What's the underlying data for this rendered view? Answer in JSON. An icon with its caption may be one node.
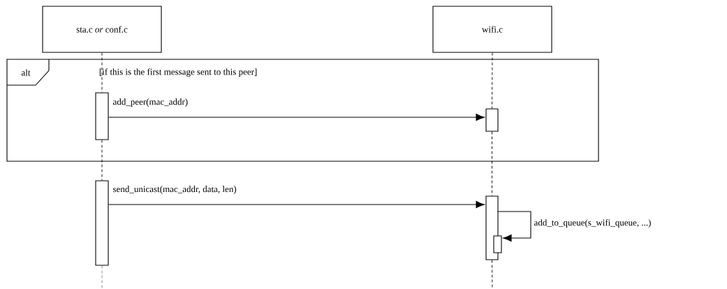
{
  "diagram": {
    "nodes": [
      {
        "text": [
          "sta.c *or* conf.c"
        ]
      },
      {
        "text": [
          "wifi.c"
        ]
      },
      {
        "text": [
          "alt",
          "[if this is the first message sent to this peer]"
        ]
      },
      {
        "text": [],
        "shape": "bar",
        "in": 2
      },
      {
        "text": [],
        "shape": "bar",
        "in": 2
      },
      {
        "text": [],
        "shape": "bar"
      },
      {
        "text": [],
        "shape": "bar"
      },
      {
        "text": [],
        "shape": "bar"
      }
    ],
    "edges": [
      {
        "from": 0,
        "to": 3,
        "arrow": "none",
        "style": "dashed"
      },
      {
        "from": 3,
        "to": 5,
        "arrow": "none",
        "style": "dashed"
      },
      {
        "from": 5,
        "to": null,
        "arrow": "none",
        "style": "dashed"
      },
      {
        "from": 1,
        "to": 4,
        "arrow": "none",
        "style": "dashed"
      },
      {
        "from": 4,
        "to": 6,
        "arrow": "none",
        "style": "dashed"
      },
      {
        "from": 6,
        "to": null,
        "arrow": "none",
        "style": "dashed"
      },
      {
        "from": 3,
        "to": 4,
        "arrow": "to",
        "label": "add_peer(mac_addr)"
      },
      {
        "from": 5,
        "to": 6,
        "arrow": "to",
        "label": "send_unicast(mac_addr, data, len)"
      },
      {
        "from": 6,
        "to": 7,
        "arrow": "to",
        "label": "add_to_queue(s_wifi_queue, ...)"
      }
    ]
  }
}
